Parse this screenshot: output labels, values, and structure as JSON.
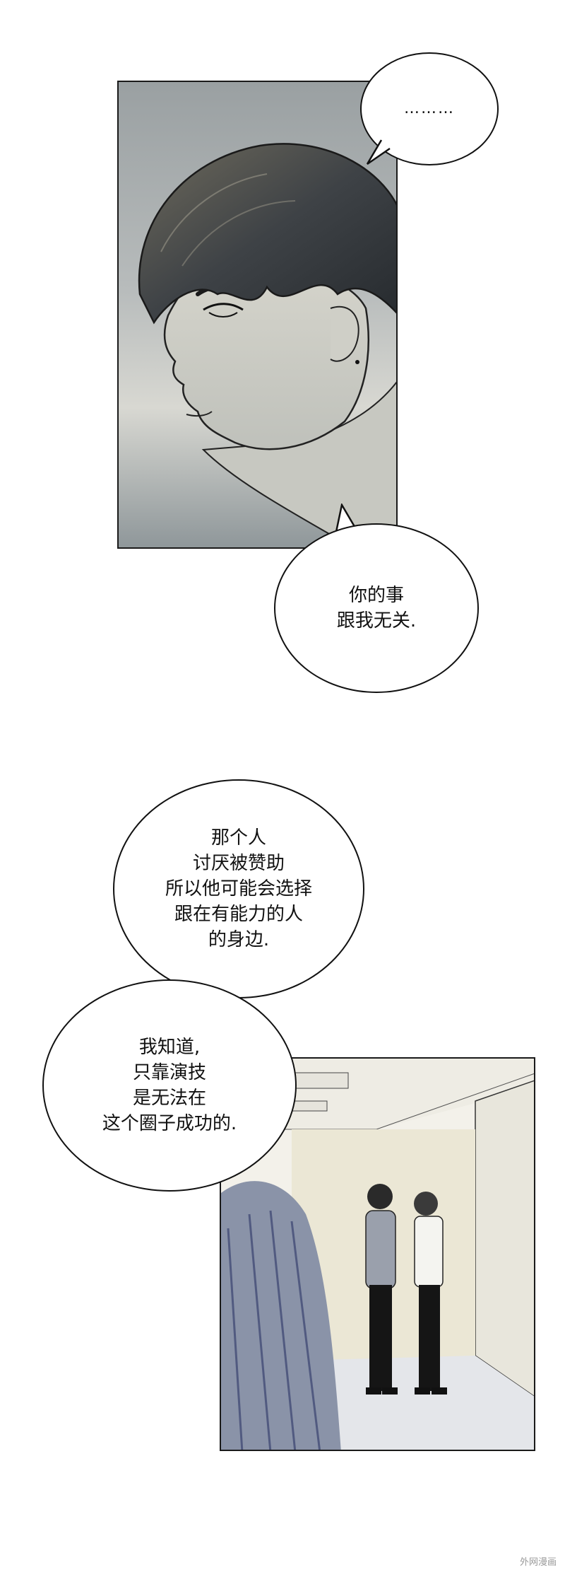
{
  "bubbles": {
    "b1": "………",
    "b2": "你的事\n跟我无关.",
    "b3": "那个人\n讨厌被赞助\n所以他可能会选择\n跟在有能力的人\n的身边.",
    "b4": "我知道,\n只靠演技\n是无法在\n这个圈子成功的."
  },
  "watermark": "外网漫画"
}
